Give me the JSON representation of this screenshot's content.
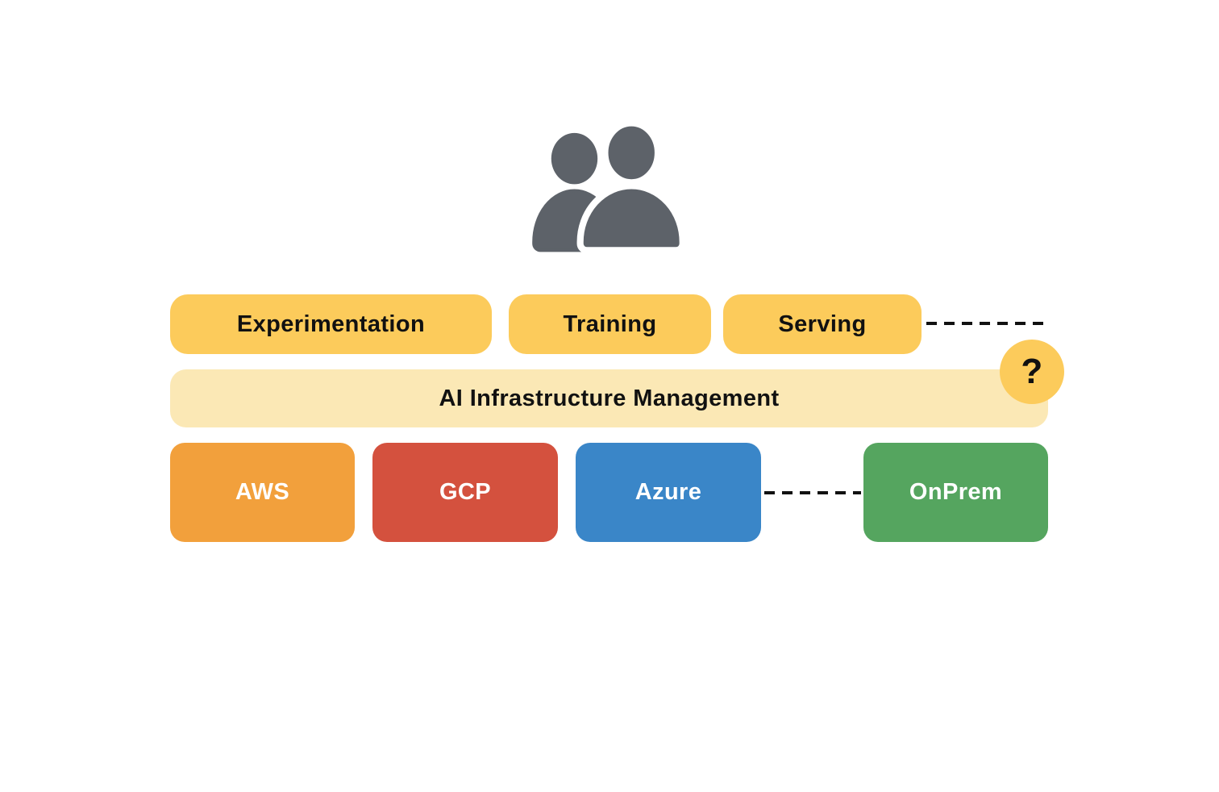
{
  "users_icon": {
    "name": "users-icon",
    "color": "#5D6269"
  },
  "pipeline_row": {
    "bg": "#FCCB5B",
    "text_color": "#111111",
    "items": [
      {
        "label": "Experimentation"
      },
      {
        "label": "Training"
      },
      {
        "label": "Serving"
      }
    ]
  },
  "management_bar": {
    "label": "AI Infrastructure Management",
    "bg": "#FBE8B5",
    "text_color": "#111111"
  },
  "question_badge": {
    "label": "?",
    "bg": "#FCCB5B",
    "text_color": "#111111"
  },
  "infra_row": {
    "text_color": "#FFFFFF",
    "items": [
      {
        "label": "AWS",
        "color": "#F2A03C"
      },
      {
        "label": "GCP",
        "color": "#D4513E"
      },
      {
        "label": "Azure",
        "color": "#3A86C8"
      },
      {
        "label": "OnPrem",
        "color": "#55A55F"
      }
    ]
  },
  "connectors": {
    "color": "#111111",
    "lines": [
      {
        "from": "Serving",
        "to": "question-badge",
        "style": "dashed"
      },
      {
        "from": "Azure",
        "to": "OnPrem",
        "style": "dashed"
      }
    ]
  }
}
